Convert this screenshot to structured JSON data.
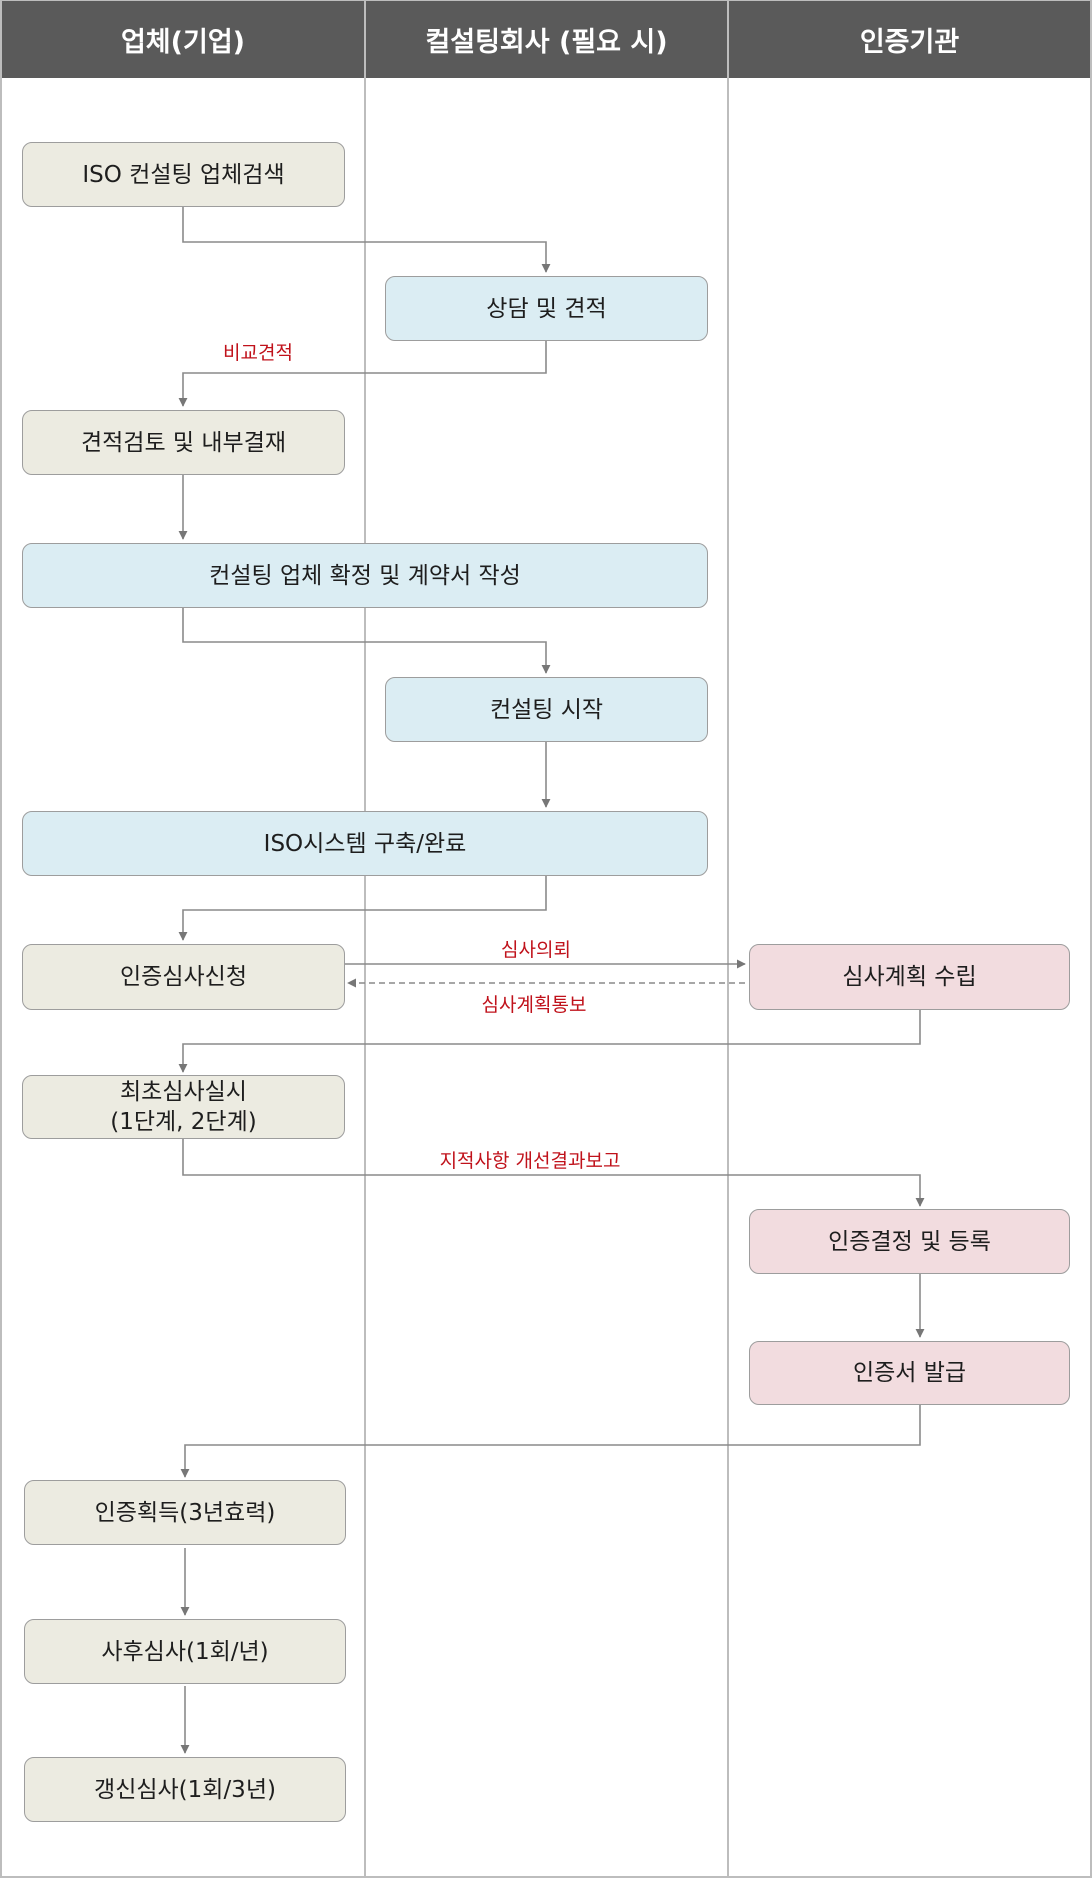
{
  "headers": [
    "업체(기업)",
    "컬설팅회사 (필요 시)",
    "인증기관"
  ],
  "steps": {
    "search": "ISO 컨설팅 업체검색",
    "consult": "상담 및 견적",
    "review": "견적검토 및 내부결재",
    "contract": "컨설팅 업체 확정 및 계약서 작성",
    "start": "컨설팅 시작",
    "system": "ISO시스템 구축/완료",
    "apply": "인증심사신청",
    "plan": "심사계획 수립",
    "initial": "최초심사실시\n(1단계, 2단계)",
    "decision": "인증결정 및 등록",
    "issue": "인증서 발급",
    "acquire": "인증획득(3년효력)",
    "surveillance": "사후심사(1회/년)",
    "renewal": "갱신심사(1회/3년)"
  },
  "labels": {
    "compare": "비교견적",
    "request": "심사의뢰",
    "notify": "심사계획통보",
    "report": "지적사항 개선결과보고"
  }
}
